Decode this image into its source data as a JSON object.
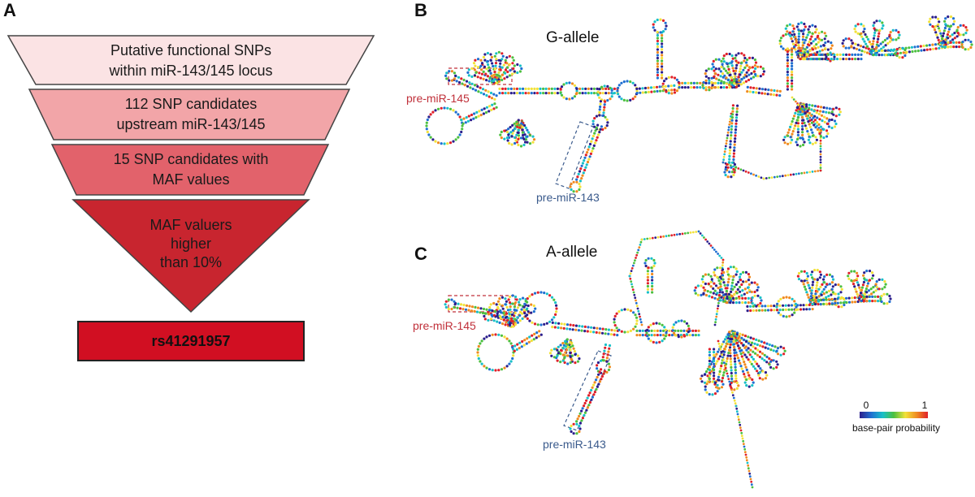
{
  "panels": {
    "a_label": "A",
    "b_label": "B",
    "c_label": "C"
  },
  "funnel": {
    "stage1": [
      "Putative functional SNPs",
      "within miR-143/145 locus"
    ],
    "stage2": [
      "112 SNP candidates",
      "upstream  miR-143/145"
    ],
    "stage3": [
      "15 SNP candidates with",
      "MAF values"
    ],
    "stage4": [
      "MAF valuers",
      "higher",
      "than 10%"
    ],
    "result": "rs41291957",
    "colors": {
      "stage1": "#fbe3e4",
      "stage2": "#f2a5a8",
      "stage3": "#e2626b",
      "stage4": "#c8252f",
      "result": "#d10f22"
    }
  },
  "structure_b": {
    "title": "G-allele",
    "pre145": "pre-miR-145",
    "pre143": "pre-miR-143"
  },
  "structure_c": {
    "title": "A-allele",
    "pre145": "pre-miR-145",
    "pre143": "pre-miR-143"
  },
  "colorbar": {
    "min": "0",
    "max": "1",
    "label": "base-pair probability",
    "stops": [
      "#2b1e8c",
      "#1f6fd1",
      "#18c0c8",
      "#4cc040",
      "#f2e23a",
      "#f08a20",
      "#e0202a"
    ]
  }
}
